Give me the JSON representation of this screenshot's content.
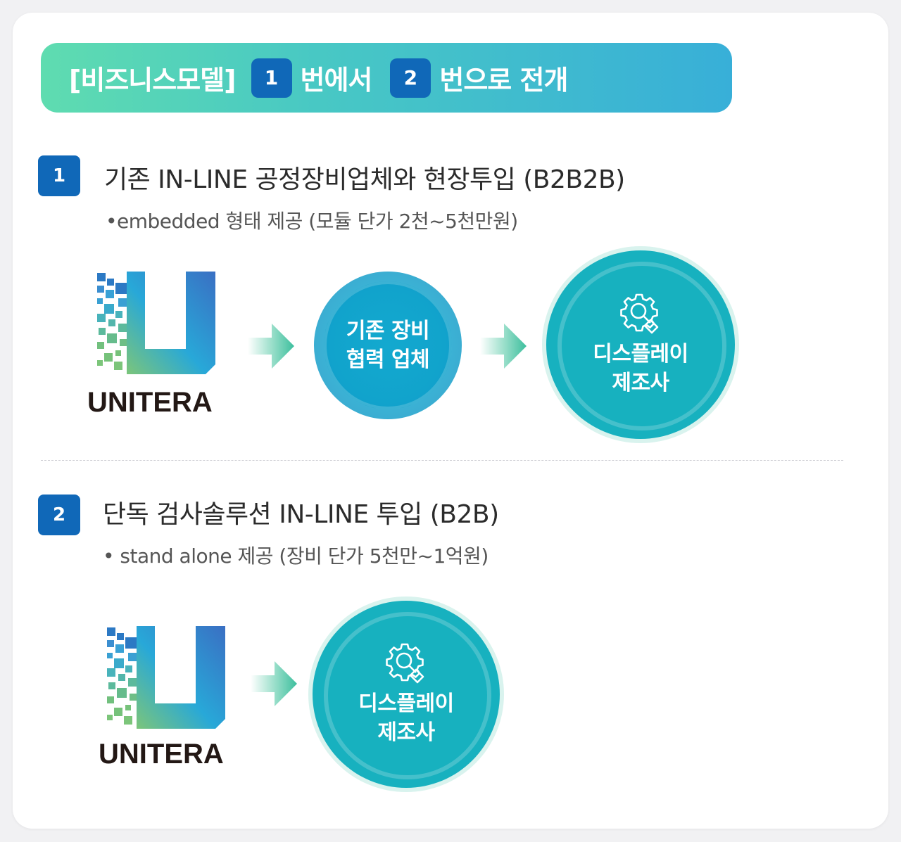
{
  "banner": {
    "prefix": "[비즈니스모델]",
    "num1": "1",
    "text1": "번에서",
    "num2": "2",
    "text2": "번으로 전개"
  },
  "section1": {
    "badge": "1",
    "title": "기존 IN-LINE 공정장비업체와 현장투입 (B2B2B)",
    "subtitle": "•embedded 형태 제공 (모듈 단가 2천~5천만원)",
    "logo_text": "UNITERA",
    "partner_line1": "기존 장비",
    "partner_line2": "협력 업체",
    "target_line1": "디스플레이",
    "target_line2": "제조사"
  },
  "section2": {
    "badge": "2",
    "title": "단독 검사솔루션 IN-LINE 투입 (B2B)",
    "subtitle": "• stand alone 제공 (장비 단가 5천만~1억원)",
    "logo_text": "UNITERA",
    "target_line1": "디스플레이",
    "target_line2": "제조사"
  },
  "colors": {
    "badge": "#1068b8",
    "banner_start": "#5fdcb0",
    "banner_end": "#38afd8",
    "circle_blue": "#11a3cc",
    "circle_teal": "#17b1bf"
  },
  "icons": [
    "gear-search-icon",
    "right-arrow-icon"
  ]
}
